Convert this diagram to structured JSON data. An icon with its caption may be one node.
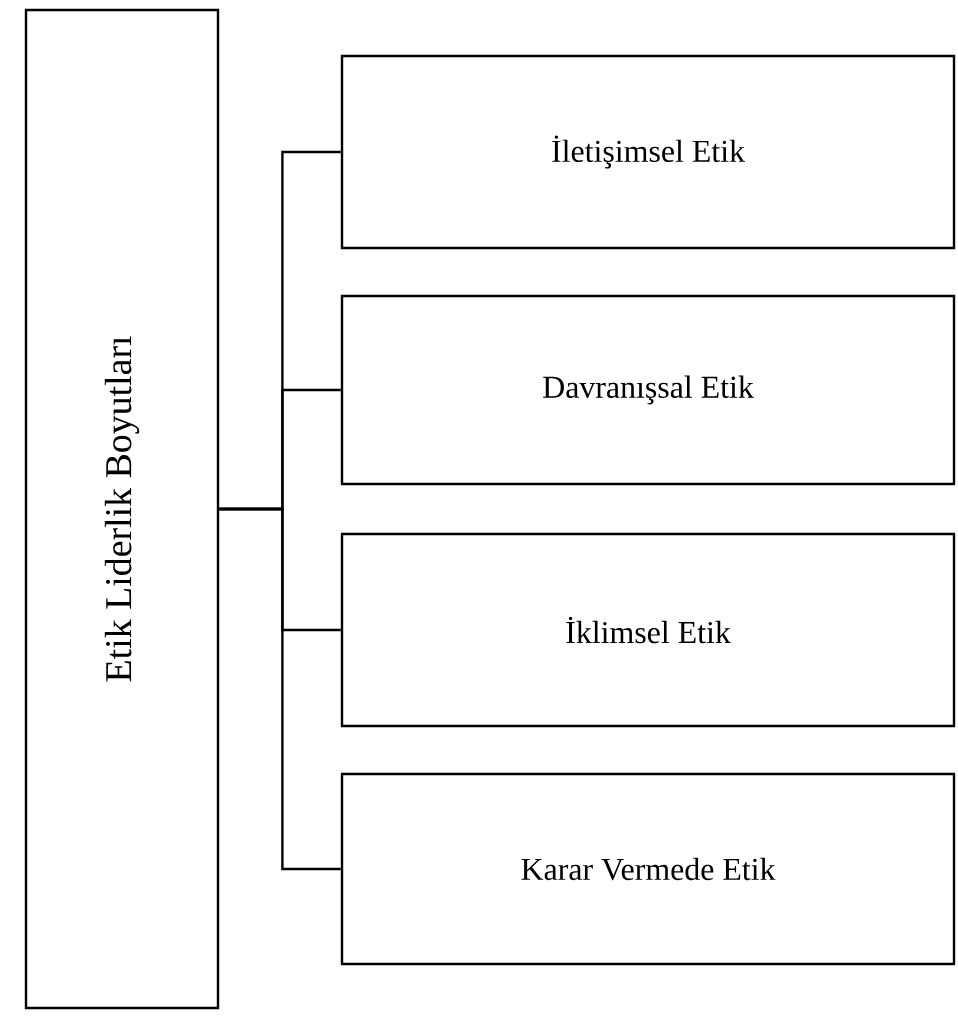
{
  "diagram": {
    "nodes": [
      {
        "text": [
          "Etik Liderlik Boyutları"
        ]
      },
      {
        "text": [
          "İletişimsel Etik"
        ]
      },
      {
        "text": [
          "Davranışsal Etik"
        ]
      },
      {
        "text": [
          "İklimsel Etik"
        ]
      },
      {
        "text": [
          "Karar Vermede Etik"
        ]
      }
    ],
    "edges": [
      {
        "from": 0,
        "to": 1,
        "arrow": "none"
      },
      {
        "from": 0,
        "to": 2,
        "arrow": "none"
      },
      {
        "from": 0,
        "to": 3,
        "arrow": "none"
      },
      {
        "from": 0,
        "to": 4,
        "arrow": "none"
      }
    ]
  }
}
